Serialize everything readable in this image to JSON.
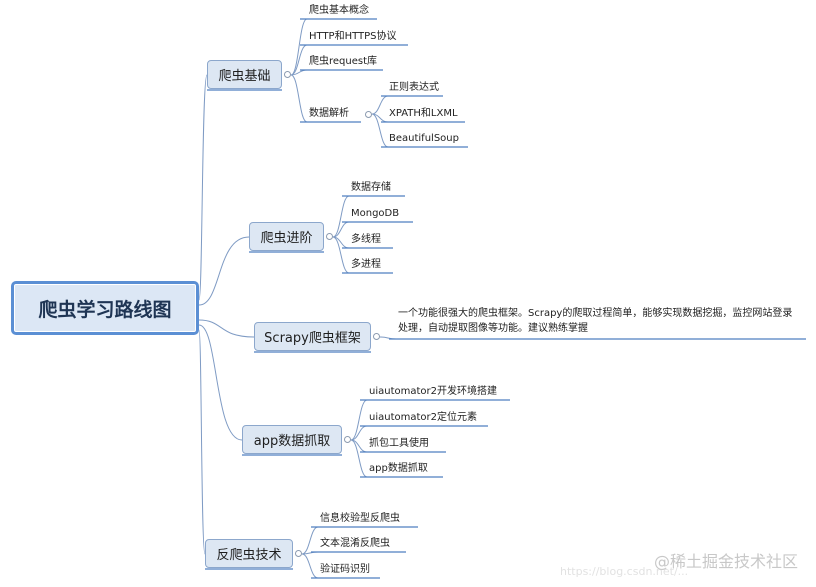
{
  "root": {
    "label": "爬虫学习路线图"
  },
  "branches": [
    {
      "id": "b1",
      "label": "爬虫基础",
      "items": [
        {
          "label": "爬虫基本概念"
        },
        {
          "label": "HTTP和HTTPS协议"
        },
        {
          "label": "爬虫request库"
        },
        {
          "label": "数据解析",
          "items": [
            {
              "label": "正则表达式"
            },
            {
              "label": "XPATH和LXML"
            },
            {
              "label": "BeautifulSoup"
            }
          ]
        }
      ]
    },
    {
      "id": "b2",
      "label": "爬虫进阶",
      "items": [
        {
          "label": "数据存储"
        },
        {
          "label": "MongoDB"
        },
        {
          "label": "多线程"
        },
        {
          "label": "多进程"
        }
      ]
    },
    {
      "id": "b3",
      "label": "Scrapy爬虫框架",
      "description": "一个功能很强大的爬虫框架。Scrapy的爬取过程简单，能够实现数据挖掘，监控网站登录处理，自动提取图像等功能。建议熟练掌握"
    },
    {
      "id": "b4",
      "label": "app数据抓取",
      "items": [
        {
          "label": "uiautomator2开发环境搭建"
        },
        {
          "label": "uiautomator2定位元素"
        },
        {
          "label": "抓包工具使用"
        },
        {
          "label": "app数据抓取"
        }
      ]
    },
    {
      "id": "b5",
      "label": "反爬虫技术",
      "items": [
        {
          "label": "信息校验型反爬虫"
        },
        {
          "label": "文本混淆反爬虫"
        },
        {
          "label": "验证码识别"
        }
      ]
    }
  ],
  "watermark": {
    "text": "@稀土掘金技术社区",
    "faint": "https://blog.csdn.net/..."
  },
  "colors": {
    "line": "#7f9bc4",
    "underline": "#4f7fc0",
    "branch_fill": "#dde7f3",
    "root_border": "#5b8fd4"
  }
}
